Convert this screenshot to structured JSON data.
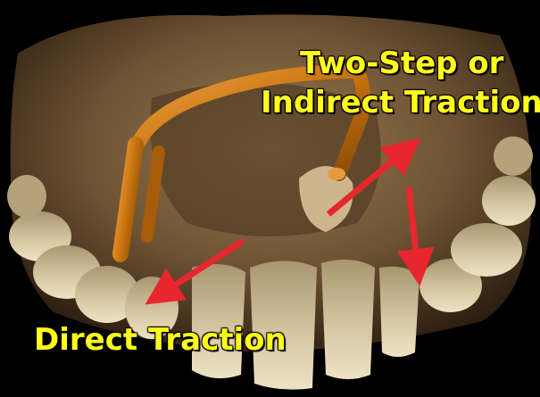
{
  "labels": {
    "two_step": "Two-Step or",
    "indirect": "Indirect Traction",
    "direct": "Direct Traction"
  },
  "colors": {
    "label_text": "#ffff1a",
    "arrow": "#e8262e",
    "wire": "#c8740e",
    "background": "#000000",
    "teeth": "#c9b690"
  }
}
